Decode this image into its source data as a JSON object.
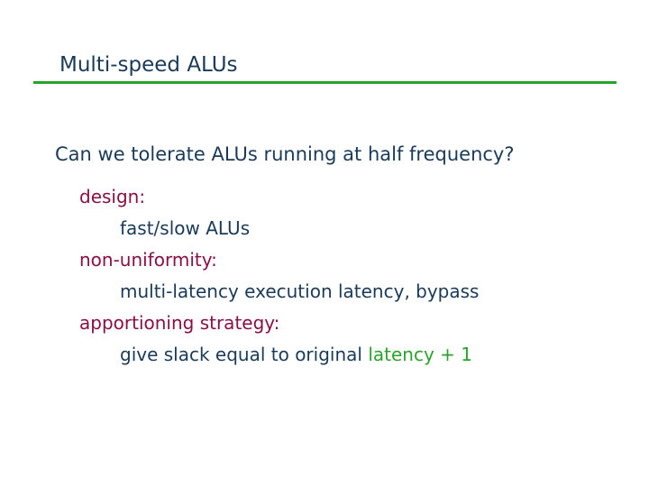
{
  "slide": {
    "title": "Multi-speed ALUs",
    "question": "Can we tolerate ALUs running at half frequency?",
    "items": [
      {
        "heading": "design:",
        "detail": "fast/slow ALUs"
      },
      {
        "heading": "non-uniformity:",
        "detail": "multi-latency execution latency, bypass"
      },
      {
        "heading": "apportioning strategy:",
        "detail_prefix": "give slack equal to original ",
        "detail_highlight": "latency + 1"
      }
    ]
  },
  "colors": {
    "title_text": "#1a3a5a",
    "title_rule": "#2aa32a",
    "heading_text": "#8a0f46",
    "detail_text": "#1a3a5a",
    "highlight_text": "#2aa32a",
    "background": "#ffffff"
  }
}
